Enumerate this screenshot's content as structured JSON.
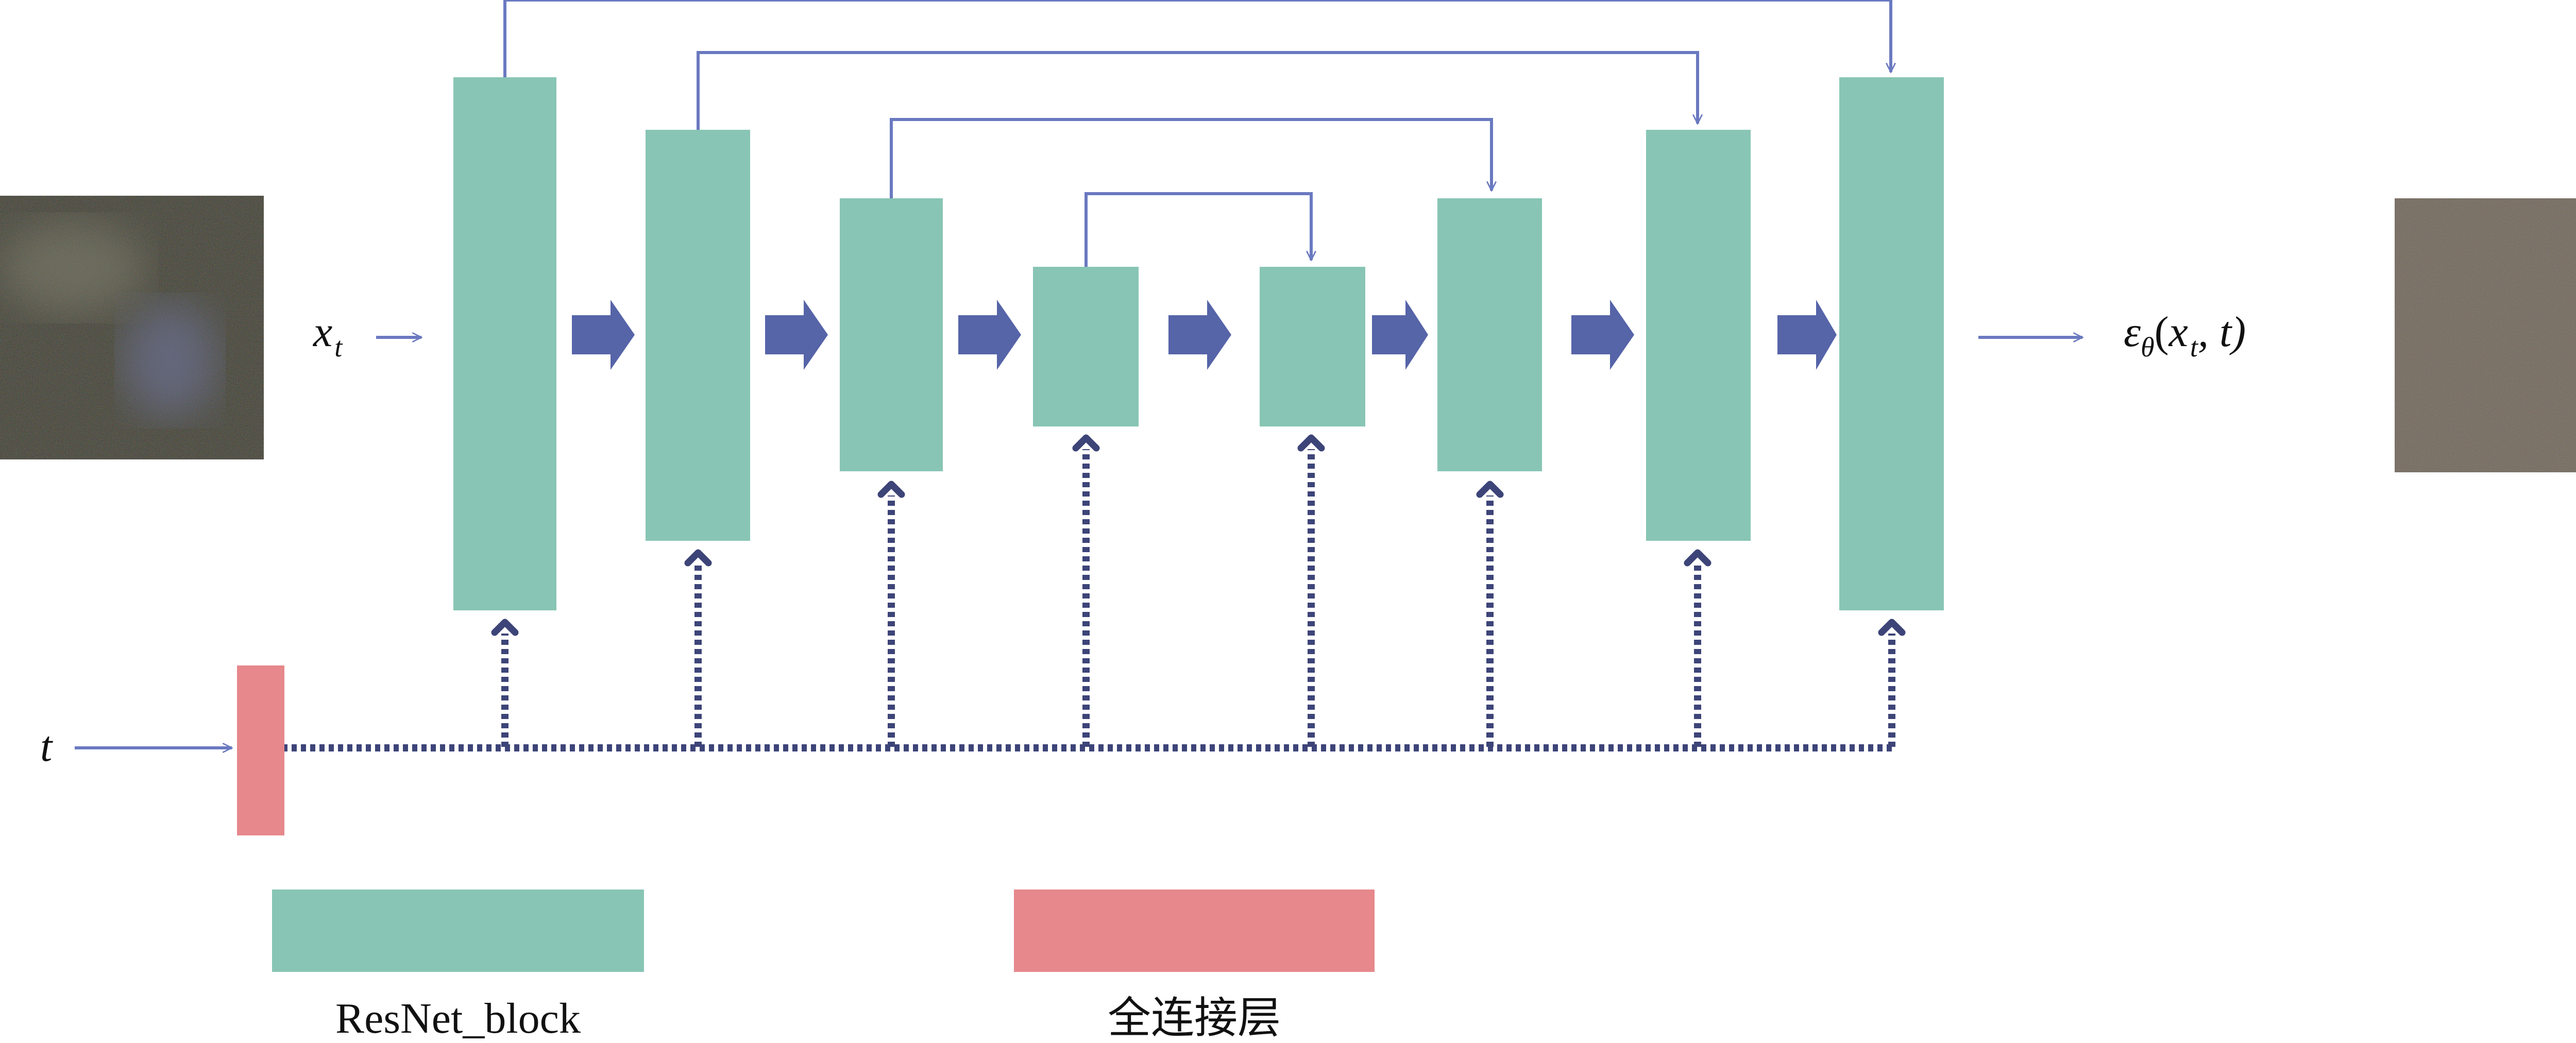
{
  "labels": {
    "input": "x",
    "input_sub": "t",
    "time": "t",
    "output_eps": "ε",
    "output_theta": "θ",
    "output_open": "(",
    "output_x": "x",
    "output_x_sub": "t",
    "output_rest": ", t)"
  },
  "legend": {
    "resnet": "ResNet_block",
    "fc": "全连接层"
  },
  "colors": {
    "resnet_block": "#88c5b4",
    "fc_layer": "#e6888c",
    "arrow": "#5664a8",
    "line": "#6a79c0",
    "dotted": "#3d4478"
  }
}
